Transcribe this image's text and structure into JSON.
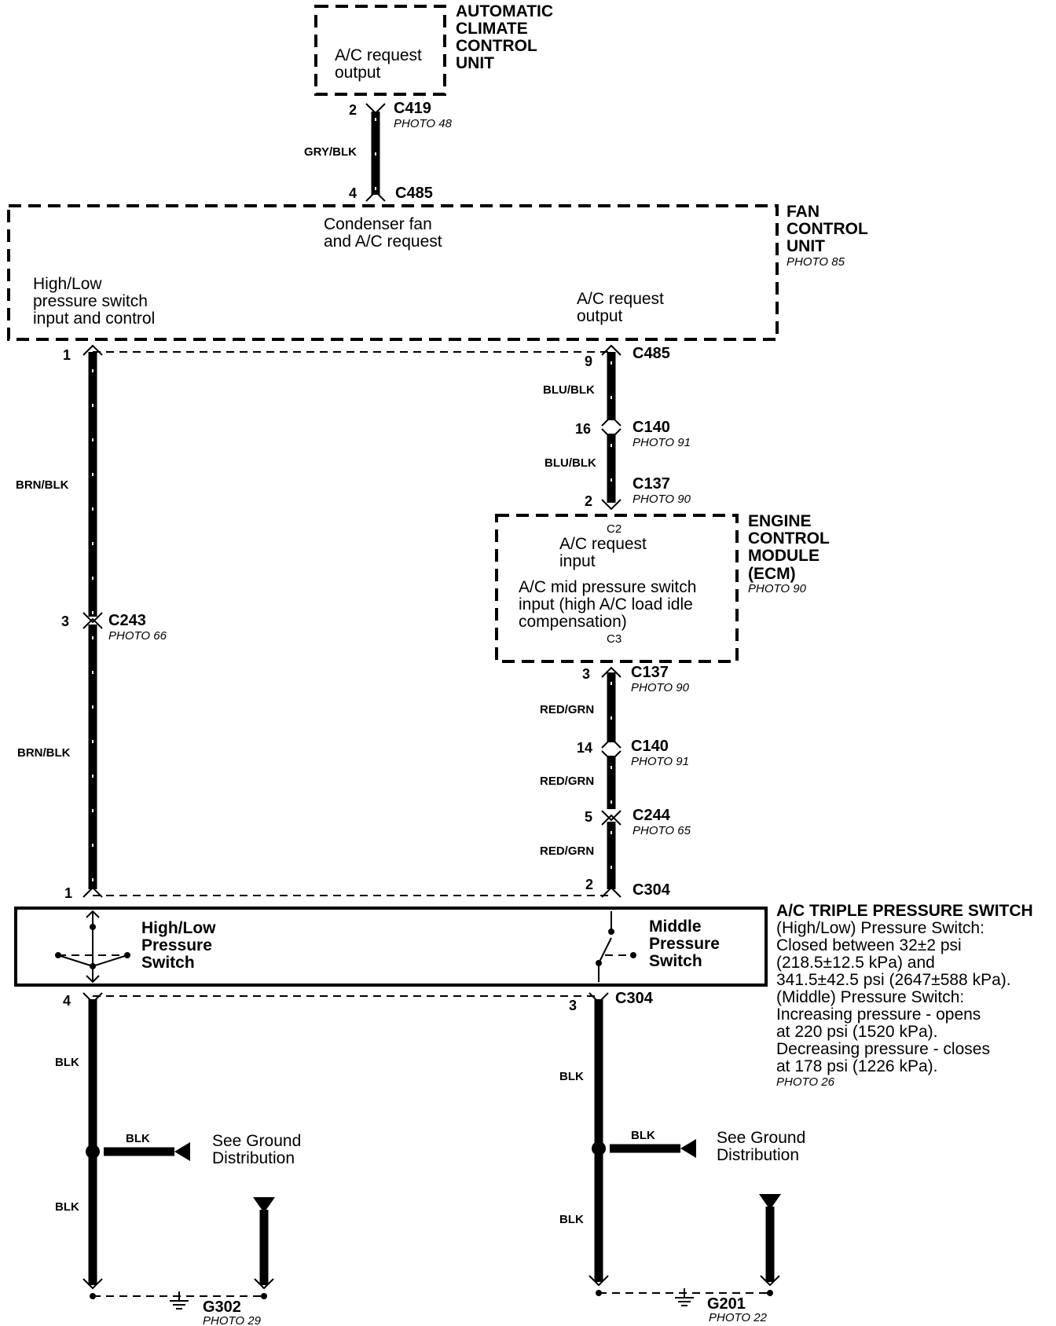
{
  "components": {
    "climate_unit": {
      "title": [
        "AUTOMATIC",
        "CLIMATE",
        "CONTROL",
        "UNIT"
      ],
      "inner": [
        "A/C request",
        "output"
      ]
    },
    "fan_unit": {
      "title": [
        "FAN",
        "CONTROL",
        "UNIT"
      ],
      "photo": "PHOTO 85",
      "inner_top": [
        "Condenser fan",
        "and A/C request"
      ],
      "inner_left": [
        "High/Low",
        "pressure switch",
        "input and control"
      ],
      "inner_right": [
        "A/C request",
        "output"
      ]
    },
    "ecm": {
      "title": [
        "ENGINE",
        "CONTROL",
        "MODULE",
        "(ECM)"
      ],
      "photo": "PHOTO 90",
      "c2": "C2",
      "c3": "C3",
      "inner_top": [
        "A/C request",
        "input"
      ],
      "inner_bottom": [
        "A/C mid pressure switch",
        "input (high A/C load idle",
        "compensation)"
      ]
    },
    "triple_switch": {
      "title": "A/C TRIPLE PRESSURE SWITCH",
      "left_label": [
        "High/Low",
        "Pressure",
        "Switch"
      ],
      "right_label": [
        "Middle",
        "Pressure",
        "Switch"
      ],
      "notes": [
        "(High/Low) Pressure Switch:",
        "Closed between 32±2 psi",
        "(218.5±12.5 kPa) and",
        "341.5±42.5 psi (2647±588 kPa).",
        "(Middle) Pressure Switch:",
        "Increasing pressure - opens",
        "at 220 psi (1520 kPa).",
        "Decreasing pressure - closes",
        "at 178 psi (1226 kPa)."
      ],
      "photo": "PHOTO 26"
    }
  },
  "connectors": {
    "c419": {
      "name": "C419",
      "photo": "PHOTO 48",
      "pin": "2"
    },
    "c485_top": {
      "name": "C485",
      "pin": "4"
    },
    "c485_right": {
      "name": "C485",
      "pin": "9"
    },
    "c485_left_pin": "1",
    "c140_a": {
      "name": "C140",
      "photo": "PHOTO 91",
      "pin": "16"
    },
    "c137_a": {
      "name": "C137",
      "photo": "PHOTO 90",
      "pin": "2"
    },
    "c243": {
      "name": "C243",
      "photo": "PHOTO 66",
      "pin": "3"
    },
    "c137_b": {
      "name": "C137",
      "photo": "PHOTO 90",
      "pin": "3"
    },
    "c140_b": {
      "name": "C140",
      "photo": "PHOTO 91",
      "pin": "14"
    },
    "c244": {
      "name": "C244",
      "photo": "PHOTO 65",
      "pin": "5"
    },
    "c304_top": {
      "name": "C304",
      "pin_left": "1",
      "pin_right": "2"
    },
    "c304_bottom": {
      "name": "C304",
      "pin_left": "4",
      "pin_right": "3"
    }
  },
  "wires": {
    "gry_blk": "GRY/BLK",
    "blu_blk_1": "BLU/BLK",
    "blu_blk_2": "BLU/BLK",
    "brn_blk_1": "BRN/BLK",
    "brn_blk_2": "BRN/BLK",
    "red_grn_1": "RED/GRN",
    "red_grn_2": "RED/GRN",
    "red_grn_3": "RED/GRN",
    "blk_l1": "BLK",
    "blk_l2": "BLK",
    "blk_l3": "BLK",
    "blk_r1": "BLK",
    "blk_r2": "BLK",
    "blk_r3": "BLK"
  },
  "grounds": {
    "left": {
      "name": "G302",
      "photo": "PHOTO 29",
      "see": [
        "See Ground",
        "Distribution"
      ]
    },
    "right": {
      "name": "G201",
      "photo": "PHOTO 22",
      "see": [
        "See Ground",
        "Distribution"
      ]
    }
  }
}
